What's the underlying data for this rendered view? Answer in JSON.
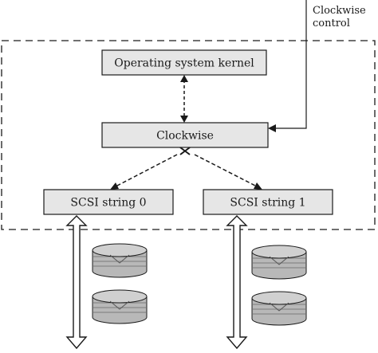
{
  "diagram": {
    "boxes": {
      "kernel": "Operating system kernel",
      "clockwise": "Clockwise",
      "scsi0": "SCSI string 0",
      "scsi1": "SCSI string 1"
    },
    "external_control": {
      "line1": "Clockwise",
      "line2": "control"
    }
  },
  "colors": {
    "box_fill": "#e6e6e6",
    "stroke": "#1a1a1a",
    "disk_fill": "#b8b8b8",
    "background": "#ffffff"
  }
}
